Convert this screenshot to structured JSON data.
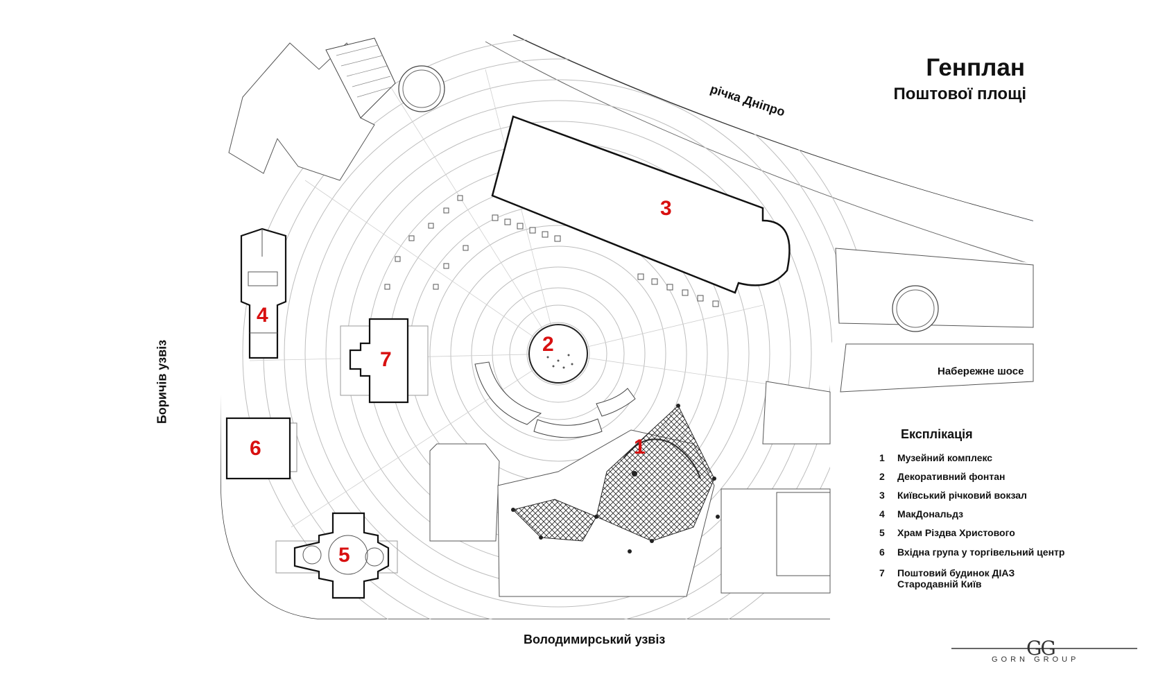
{
  "title": "Генплан",
  "subtitle": "Поштової площі",
  "river_label": "річка Дніпро",
  "roads": {
    "left": "Боричів узвіз",
    "bottom": "Володимирський узвіз",
    "right": "Набережне шосе"
  },
  "numbers": [
    "1",
    "2",
    "3",
    "4",
    "5",
    "6",
    "7"
  ],
  "legend": {
    "title": "Експлікація",
    "items": [
      {
        "n": "1",
        "text": "Музейний комплекс"
      },
      {
        "n": "2",
        "text": "Декоративний фонтан"
      },
      {
        "n": "3",
        "text": "Київський річковий вокзал"
      },
      {
        "n": "4",
        "text": "МакДональдз"
      },
      {
        "n": "5",
        "text": "Храм Різдва Христового"
      },
      {
        "n": "6",
        "text": "Вхідна  група у торгівельний центр"
      },
      {
        "n": "7",
        "text": "Поштовий будинок ДІАЗ",
        "text2": "Стародавній Київ"
      }
    ]
  },
  "logo": {
    "mark": "GG",
    "text": "GORN GROUP"
  },
  "colors": {
    "number_red": "#d81010",
    "river_blue": "#e8eef8"
  }
}
